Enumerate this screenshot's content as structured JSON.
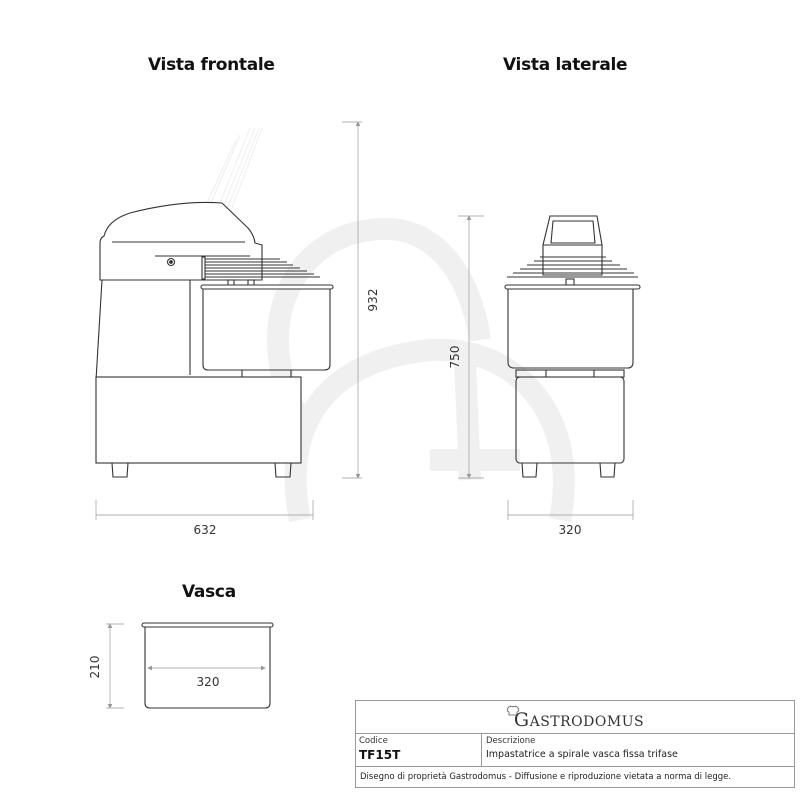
{
  "views": {
    "front": {
      "title": "Vista frontale",
      "height_dim": "932",
      "width_dim": "632"
    },
    "side": {
      "title": "Vista laterale",
      "height_dim": "750",
      "width_dim": "320"
    },
    "bowl": {
      "title": "Vasca",
      "height_dim": "210",
      "width_dim": "320"
    }
  },
  "title_block": {
    "logo_initial": "G",
    "logo_rest": "ASTRODOMUS",
    "code_label": "Codice",
    "code_value": "TF15T",
    "description_label": "Descrizione",
    "description_value": "Impastatrice a spirale vasca fissa trifase",
    "footer_note": "Disegno di proprietà Gastrodomus -  Diffusione e riproduzione vietata a norma di legge."
  },
  "colors": {
    "line": "#333333",
    "dimension_line": "#888888",
    "watermark": "#f1f1f1"
  }
}
